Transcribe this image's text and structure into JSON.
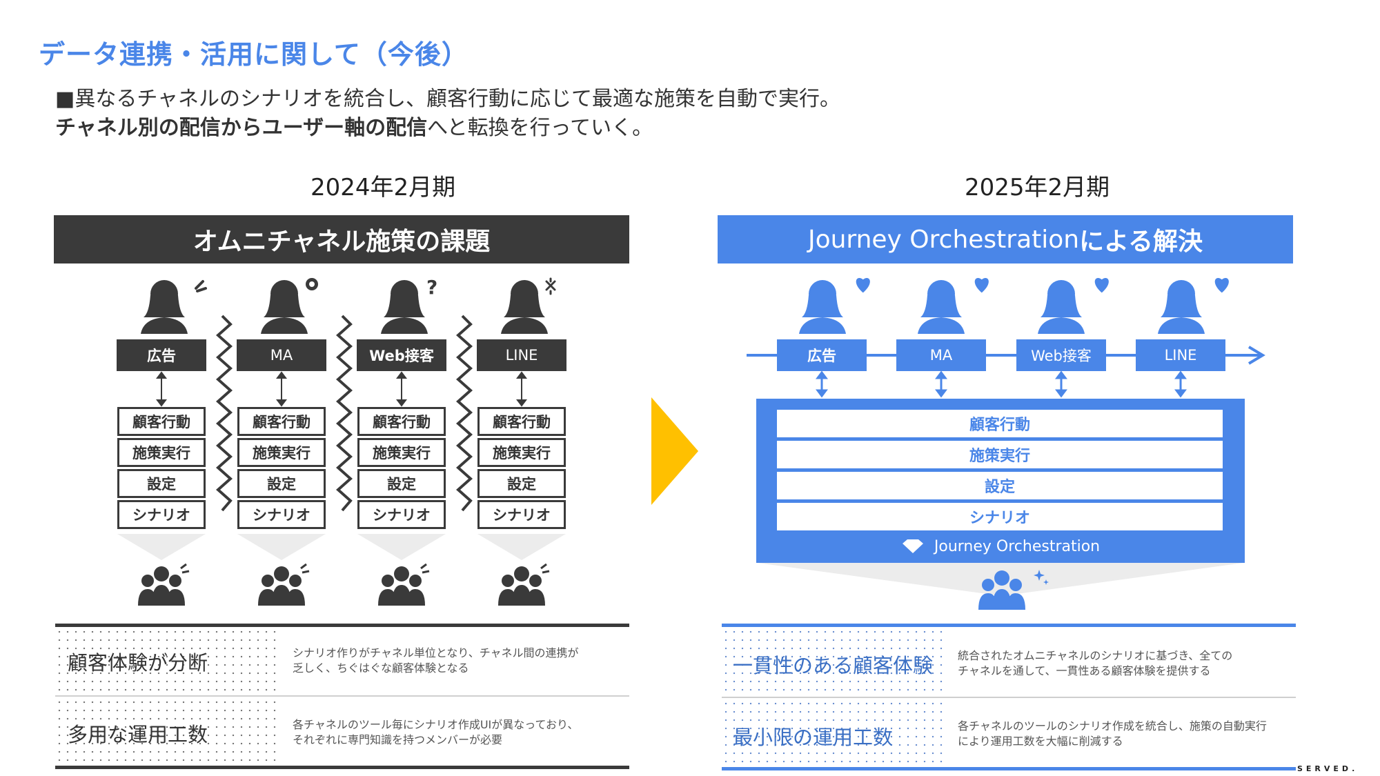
{
  "title": "データ連携・活用に関して（今後）",
  "lead": {
    "line1": "■異なるチャネルのシナリオを統合し、顧客行動に応じて最適な施策を自動で実行。",
    "line2_bold": "チャネル別の配信からユーザー軸の配信",
    "line2_rest": "へと転換を行っていく。"
  },
  "left": {
    "period": "2024年2月期",
    "header": "オムニチャネル施策の課題",
    "channels": [
      "広告",
      "MA",
      "Web接客",
      "LINE"
    ],
    "stack": [
      "顧客行動",
      "施策実行",
      "設定",
      "シナリオ"
    ],
    "rows": [
      {
        "label": "顧客体験が分断",
        "desc1": "シナリオ作りがチャネル単位となり、チャネル間の連携が",
        "desc2": "乏しく、ちぐはぐな顧客体験となる"
      },
      {
        "label": "多用な運用工数",
        "desc1": "各チャネルのツール毎にシナリオ作成UIが異なっており、",
        "desc2": "それぞれに専門知識を持つメンバーが必要"
      }
    ]
  },
  "right": {
    "period": "2025年2月期",
    "header_a": "Journey Orchestration",
    "header_b": "による解決",
    "channels": [
      "広告",
      "MA",
      "Web接客",
      "LINE"
    ],
    "stack": [
      "顧客行動",
      "施策実行",
      "設定",
      "シナリオ"
    ],
    "platform": "Journey Orchestration",
    "rows": [
      {
        "label": "一貫性のある顧客体験",
        "desc1": "統合されたオムニチャネルのシナリオに基づき、全ての",
        "desc2": "チャネルを通して、一貫性ある顧客体験を提供する"
      },
      {
        "label": "最小限の運用工数",
        "desc1": "各チャネルのツールのシナリオ作成を統合し、施策の自動実行",
        "desc2": "により運用工数を大幅に削減する"
      }
    ]
  },
  "brand": "SERVED.",
  "colors": {
    "accent": "#4a86e8",
    "dark": "#3a3a3a",
    "arrow": "#ffc000"
  }
}
